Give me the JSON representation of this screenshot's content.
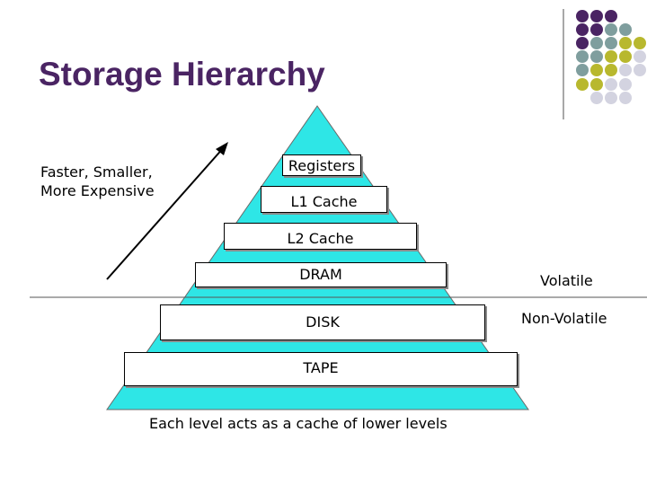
{
  "title": "Storage Hierarchy",
  "side_label_lines": [
    "Faster, Smaller,",
    "More Expensive"
  ],
  "levels": [
    "Registers",
    "L1 Cache",
    "L2 Cache",
    "DRAM",
    "DISK",
    "TAPE"
  ],
  "volatile_label": "Volatile",
  "nonvolatile_label": "Non-Volatile",
  "caption": "Each level acts as a cache of lower levels",
  "colors": {
    "title": "#4a2463",
    "pyramid_fill": "#2ee6e6",
    "decor_purple": "#4a2463",
    "decor_teal": "#7f9e9e",
    "decor_olive": "#b8b82e",
    "decor_lavender": "#d3d3e0"
  }
}
